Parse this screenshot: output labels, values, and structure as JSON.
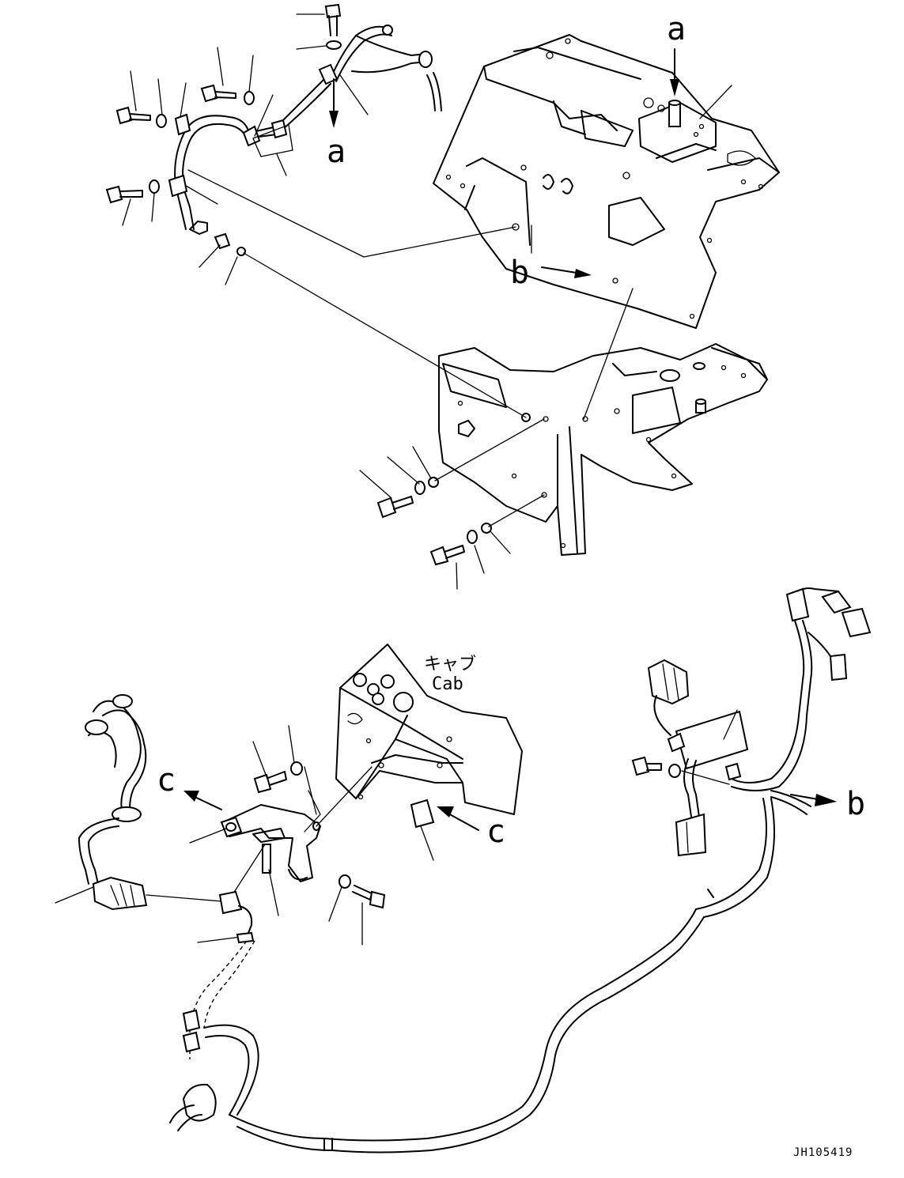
{
  "labels": {
    "view_a": "a",
    "view_b": "b",
    "view_c": "c",
    "cab_jp": "キャブ",
    "cab_en": "Cab",
    "drawing_code": "JH105419"
  }
}
